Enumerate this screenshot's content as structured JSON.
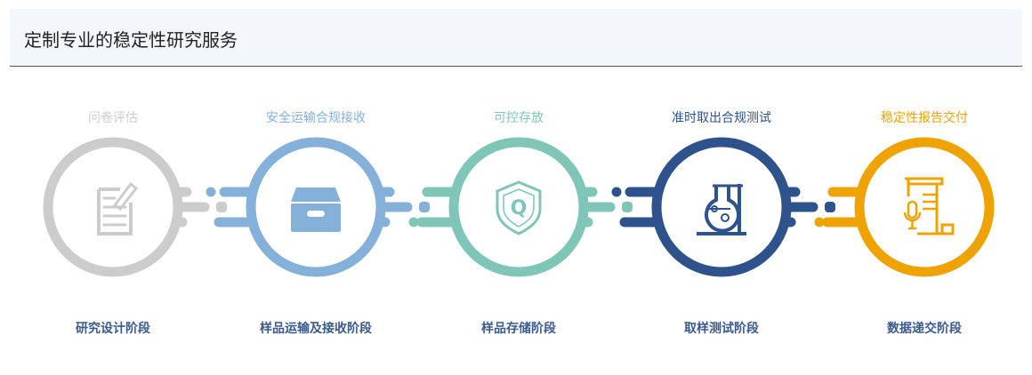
{
  "header": {
    "title": "定制专业的稳定性研究服务"
  },
  "steps": [
    {
      "top_label": "问卷评估",
      "bottom_label": "研究设计阶段",
      "color": "#cccccc",
      "icon": "document-edit-icon"
    },
    {
      "top_label": "安全运输合规接收",
      "bottom_label": "样品运输及接收阶段",
      "color": "#85b0d9",
      "icon": "archive-box-icon"
    },
    {
      "top_label": "可控存放",
      "bottom_label": "样品存储阶段",
      "color": "#7fc6b8",
      "icon": "shield-q-icon"
    },
    {
      "top_label": "准时取出合规测试",
      "bottom_label": "取样测试阶段",
      "color": "#2e538c",
      "icon": "flask-icon"
    },
    {
      "top_label": "稳定性报告交付",
      "bottom_label": "数据递交阶段",
      "color": "#eea300",
      "icon": "report-scroll-mic-icon"
    }
  ]
}
